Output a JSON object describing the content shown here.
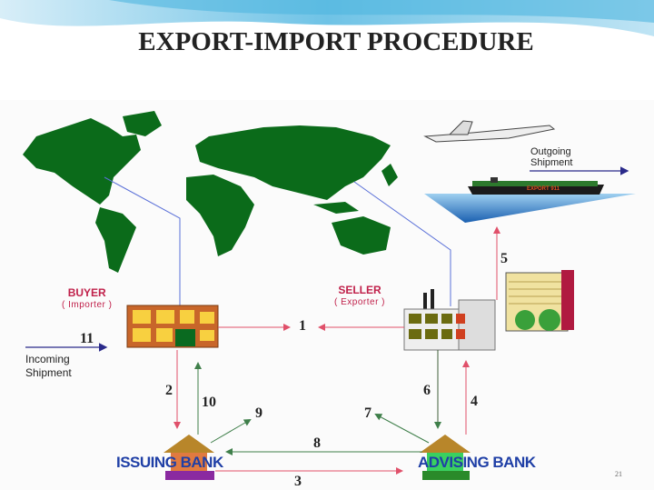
{
  "title": "EXPORT-IMPORT  PROCEDURE",
  "buyer": {
    "label": "BUYER",
    "sub": "( Importer )"
  },
  "seller": {
    "label": "SELLER",
    "sub": "( Exporter )"
  },
  "issuing_bank": "ISSUING BANK",
  "advising_bank": "ADVISING BANK",
  "incoming": [
    "Incoming",
    "Shipment"
  ],
  "outgoing": [
    "Outgoing",
    "Shipment"
  ],
  "ship_text": "EXPORT 911",
  "steps": [
    "1",
    "2",
    "3",
    "4",
    "5",
    "6",
    "7",
    "8",
    "9",
    "10",
    "11"
  ],
  "page_number": "21",
  "colors": {
    "red": "#e0506a",
    "green": "#3f7f4a",
    "blue": "#2a2a8a",
    "map": "#0b6b1a"
  }
}
